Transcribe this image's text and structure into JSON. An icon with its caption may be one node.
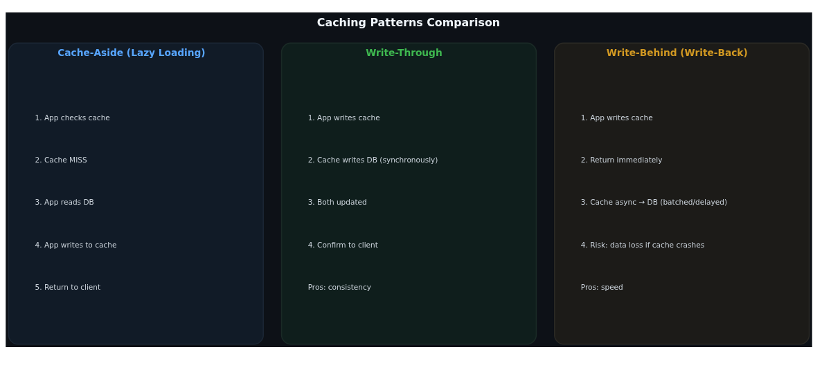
{
  "diagram": {
    "title": "Caching Patterns Comparison",
    "nodes": [
      {
        "text": [
          "Cache-Aside (Lazy Loading)",
          "1. App checks cache",
          "2. Cache MISS",
          "3. App reads DB",
          "4. App writes to cache",
          "5. Return to client"
        ]
      },
      {
        "text": [
          "Write-Through",
          "1. App writes cache",
          "2. Cache writes DB (synchronously)",
          "3. Both updated",
          "4. Confirm to client",
          "Pros: consistency"
        ]
      },
      {
        "text": [
          "Write-Behind (Write-Back)",
          "1. App writes cache",
          "2. Return immediately",
          "3. Cache async → DB (batched/delayed)",
          "4. Risk: data loss if cache crashes",
          "Pros: speed"
        ]
      }
    ]
  }
}
